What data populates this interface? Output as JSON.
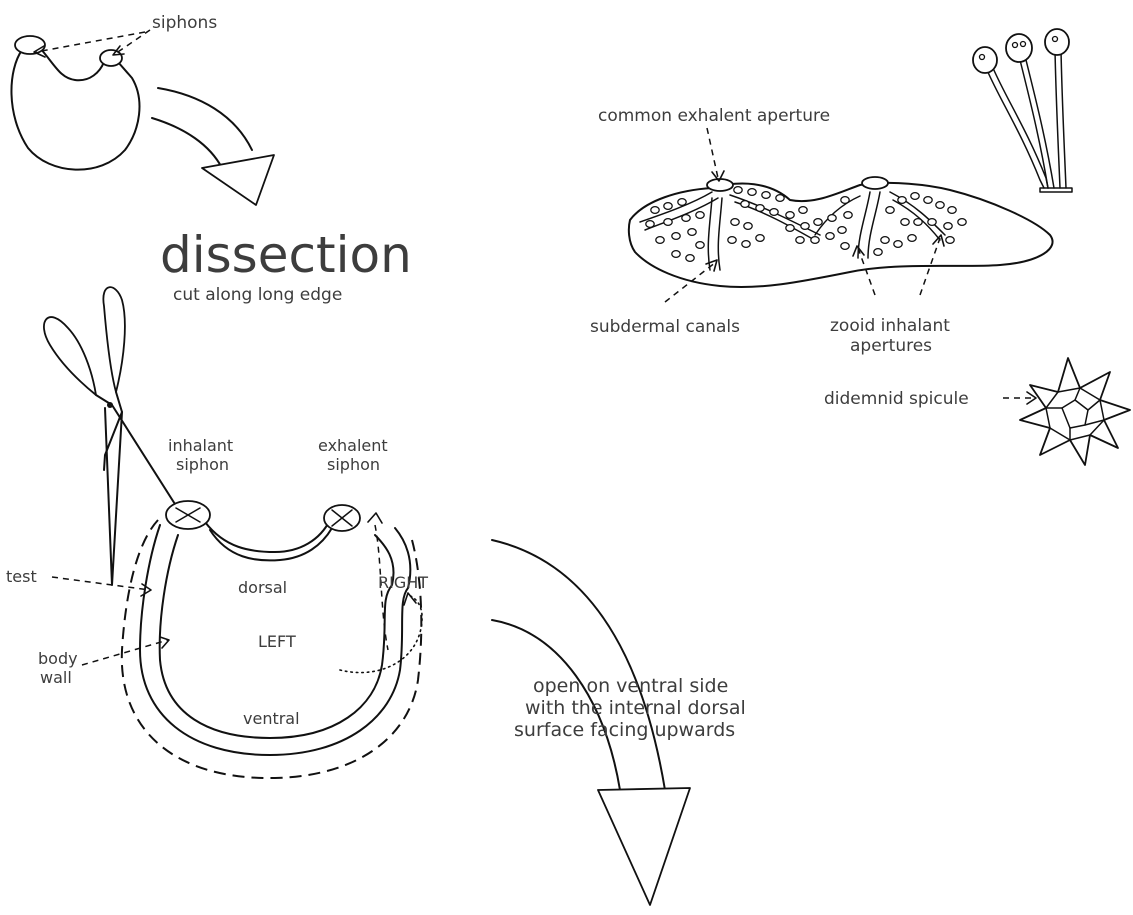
{
  "labels": {
    "siphons": "siphons",
    "title": "dissection",
    "subtitle": "cut along long edge",
    "inhalant_siphon_line1": "inhalant",
    "inhalant_siphon_line2": "siphon",
    "exhalent_siphon_line1": "exhalent",
    "exhalent_siphon_line2": "siphon",
    "test": "test",
    "body_wall_line1": "body",
    "body_wall_line2": "wall",
    "dorsal": "dorsal",
    "left": "LEFT",
    "right": "RIGHT",
    "ventral": "ventral",
    "open_line1": "open on ventral side",
    "open_line2": "with the internal dorsal",
    "open_line3": "surface facing upwards",
    "common_exhalent_aperture": "common exhalent aperture",
    "subdermal_canals": "subdermal canals",
    "zooid_line1": "zooid inhalant",
    "zooid_line2": "apertures",
    "didemnid_spicule": "didemnid spicule"
  }
}
